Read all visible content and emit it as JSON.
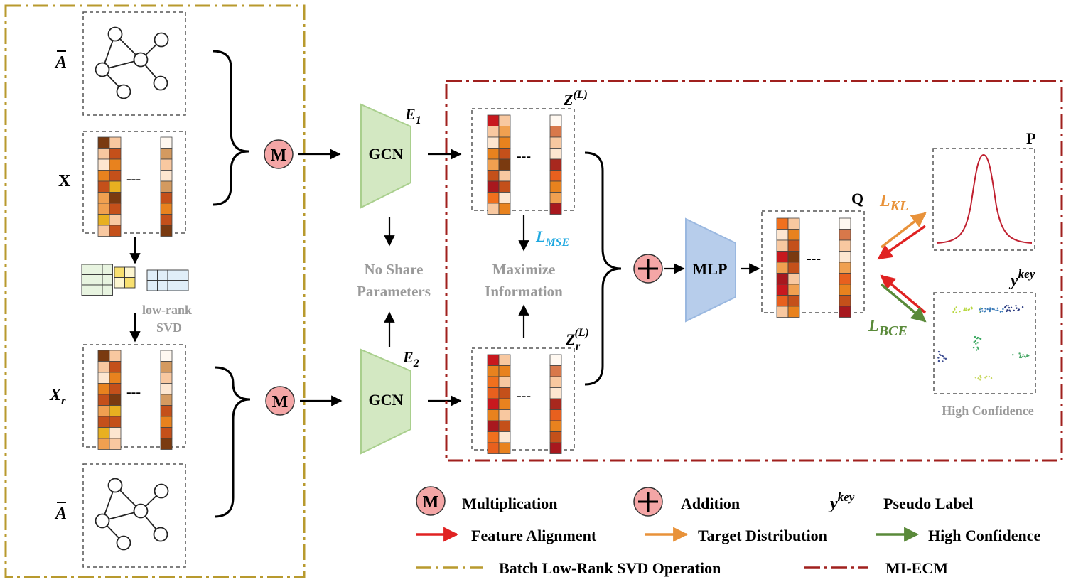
{
  "colors": {
    "svd_border": "#b89a2e",
    "mi_border": "#a0201e",
    "gcn_fill": "#d3e8c2",
    "gcn_stroke": "#a9cf8d",
    "mlp_fill": "#b7cdeb",
    "mlp_stroke": "#9ab8e0",
    "circle_fill": "#f4a6a6",
    "red_arrow": "#e02222",
    "orange_arrow": "#e8923a",
    "green_arrow": "#5a8a3a",
    "gray_text": "#9a9a9a",
    "blue_text": "#1ea8e0",
    "orange_text": "#e8923a",
    "green_text": "#5a8a3a"
  },
  "left_panel": {
    "a_bar_top": "A",
    "x_label": "X",
    "svd_label_1": "low-rank",
    "svd_label_2": "SVD",
    "xr_label": "X",
    "xr_sub": "r",
    "a_bar_bottom": "A",
    "dots": "---"
  },
  "encoders": {
    "e1_label": "E",
    "e1_sub": "1",
    "e2_label": "E",
    "e2_sub": "2",
    "gcn_top": "GCN",
    "gcn_bottom": "GCN",
    "mult_symbol": "M",
    "no_share_1": "No Share",
    "no_share_2": "Parameters"
  },
  "mi_panel": {
    "z_label": "Z",
    "z_sup": "(L)",
    "zr_label": "Z",
    "zr_sub": "r",
    "zr_sup": "(L)",
    "lmse_main": "L",
    "lmse_sub": "MSE",
    "maximize_1": "Maximize",
    "maximize_2": "Information",
    "plus_symbol": "+",
    "mlp": "MLP",
    "q_label": "Q",
    "p_label": "P",
    "lkl_main": "L",
    "lkl_sub": "KL",
    "lbce_main": "L",
    "lbce_sub": "BCE",
    "ykey_main": "y",
    "ykey_sup": "key",
    "high_conf": "High Confidence",
    "dots": "---"
  },
  "legend": {
    "multiplication": "Multiplication",
    "addition": "Addition",
    "pseudo_y": "y",
    "pseudo_sup": "key",
    "pseudo_label": "Pseudo Label",
    "feature_alignment": "Feature Alignment",
    "target_distribution": "Target Distribution",
    "high_confidence": "High Confidence",
    "batch_svd": "Batch Low-Rank SVD Operation",
    "mi_ecm": "MI-ECM"
  },
  "matrices": {
    "x": {
      "col1": [
        "#7a3a10",
        "#f8c8a0",
        "#fde6d0",
        "#e8821e",
        "#c4501a",
        "#f0a050",
        "#f0a050",
        "#e8b020",
        "#f8c8a0"
      ],
      "col2": [
        "#f8c8a0",
        "#c4501a",
        "#e8821e",
        "#c4501a",
        "#e8b020",
        "#7a3a10",
        "#c4501a",
        "#f8c8a0",
        "#c4501a"
      ],
      "col3": [
        "#fff8f0",
        "#d49a60",
        "#f8c8a0",
        "#fde6d0",
        "#d49a60",
        "#c4501a",
        "#e8821e",
        "#c4501a",
        "#7a3a10"
      ]
    },
    "xr": {
      "col1": [
        "#7a3a10",
        "#f8c8a0",
        "#fde6d0",
        "#e8821e",
        "#c4501a",
        "#f0a050",
        "#c4501a",
        "#e8b020",
        "#f0a050"
      ],
      "col2": [
        "#f8c8a0",
        "#c4501a",
        "#e8821e",
        "#c4501a",
        "#7a3a10",
        "#e8b020",
        "#c4501a",
        "#fde6d0",
        "#f8c8a0"
      ],
      "col3": [
        "#fff8f0",
        "#d49a60",
        "#f8c8a0",
        "#fde6d0",
        "#d49a60",
        "#c4501a",
        "#e8821e",
        "#c4501a",
        "#7a3a10"
      ]
    },
    "z": {
      "col1": [
        "#c8181e",
        "#f8c8a0",
        "#fde6d0",
        "#e8821e",
        "#f0a050",
        "#c4501a",
        "#a8181e",
        "#f0701e",
        "#f8c8a0"
      ],
      "col2": [
        "#f8c8a0",
        "#f0a050",
        "#e8821e",
        "#c4501a",
        "#7a3a10",
        "#f8c8a0",
        "#c4501a",
        "#fde6d0",
        "#e8821e"
      ],
      "col3": [
        "#fff8f0",
        "#d8784a",
        "#f8c8a0",
        "#fde6d0",
        "#a8281e",
        "#e8601e",
        "#e8821e",
        "#f0a050",
        "#a8181e"
      ]
    },
    "zr": {
      "col1": [
        "#c8181e",
        "#e8821e",
        "#f0701e",
        "#e8601e",
        "#c8181e",
        "#e8821e",
        "#a8181e",
        "#f0701e",
        "#e8601e"
      ],
      "col2": [
        "#f8c8a0",
        "#e8821e",
        "#f8c8a0",
        "#c4501a",
        "#e8821e",
        "#f8c8a0",
        "#c4501a",
        "#fde6d0",
        "#e8821e"
      ],
      "col3": [
        "#fff8f0",
        "#d8784a",
        "#f8c8a0",
        "#fde6d0",
        "#a8281e",
        "#e8601e",
        "#e8821e",
        "#c4501a",
        "#a8181e"
      ]
    },
    "q": {
      "col1": [
        "#f0701e",
        "#fde6d0",
        "#f8c8a0",
        "#c8181e",
        "#f0a050",
        "#a8181e",
        "#c8181e",
        "#e8601e",
        "#f8c8a0"
      ],
      "col2": [
        "#f8c8a0",
        "#e8821e",
        "#c4501a",
        "#7a3a10",
        "#c4501a",
        "#f8c8a0",
        "#f0a050",
        "#c4501a",
        "#e8821e"
      ],
      "col3": [
        "#fff8f0",
        "#d8784a",
        "#f8c8a0",
        "#fde6d0",
        "#f0a050",
        "#e8601e",
        "#e8821e",
        "#c4501a",
        "#a8181e"
      ]
    }
  },
  "svd_blocks": {
    "b1": [
      "#e8f4e0",
      "#e8f4e0",
      "#e8f4e0",
      "#e8f4e0",
      "#e8f4e0",
      "#e8f4e0",
      "#e8f4e0",
      "#e8f4e0",
      "#e8f4e0"
    ],
    "b2": [
      "#f8e070",
      "#fdf6d0",
      "#fdf6d0",
      "#f8e070"
    ],
    "b3": [
      "#e0eef8",
      "#e0eef8",
      "#e0eef8",
      "#e0eef8",
      "#e0eef8",
      "#e0eef8",
      "#e0eef8",
      "#e0eef8"
    ]
  }
}
